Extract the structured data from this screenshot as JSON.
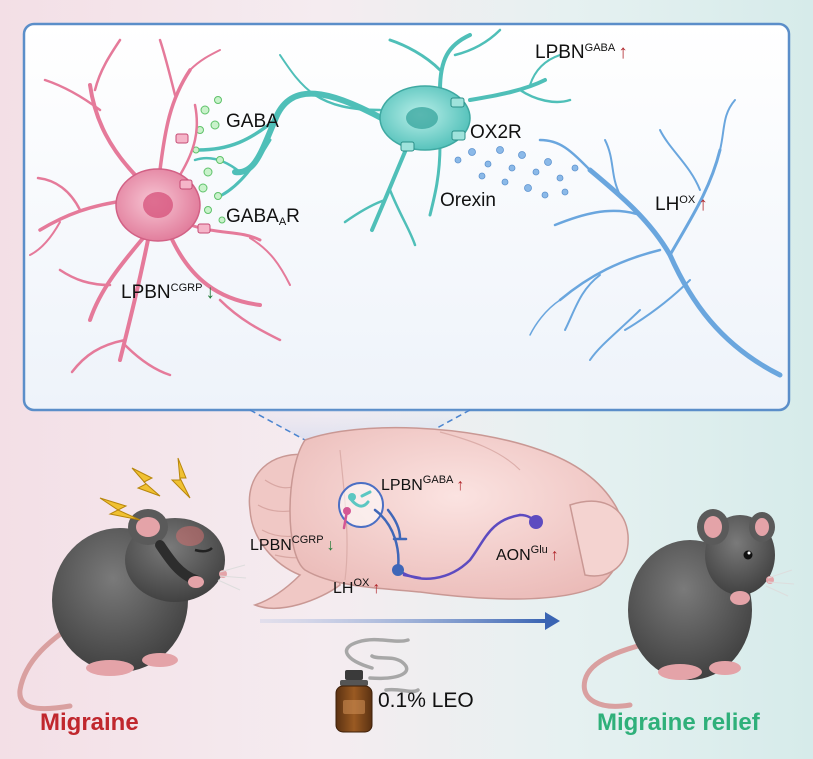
{
  "labels": {
    "gaba": "GABA",
    "gabaa_main": "GABA",
    "gabaa_sub": "A",
    "gabaa_tail": "R",
    "lpbn_cgrp_top": {
      "base": "LPBN",
      "sup": "CGRP"
    },
    "lpbn_gaba_top": {
      "base": "LPBN",
      "sup": "GABA"
    },
    "ox2r": "OX2R",
    "orexin": "Orexin",
    "lh_ox_top": {
      "base": "LH",
      "sup": "OX"
    },
    "lpbn_gaba_brain": {
      "base": "LPBN",
      "sup": "GABA"
    },
    "lpbn_cgrp_brain": {
      "base": "LPBN",
      "sup": "CGRP"
    },
    "lh_ox_brain": {
      "base": "LH",
      "sup": "OX"
    },
    "aon_glu": {
      "base": "AON",
      "sup": "Glu"
    },
    "leo": "0.1% LEO",
    "migraine": "Migraine",
    "migraine_relief": "Migraine relief"
  },
  "arrows": {
    "up": "↑",
    "down": "↓"
  },
  "colors": {
    "migraine_text": "#c0272d",
    "relief_text": "#2fb07a",
    "increase_arrow": "#b0262b",
    "decrease_arrow": "#1f7a36",
    "cgrp_neuron": "#e57a9a",
    "gaba_neuron": "#5cc7c2",
    "orexin_fiber": "#6aa6de",
    "panel_border": "#5b8ec9"
  }
}
